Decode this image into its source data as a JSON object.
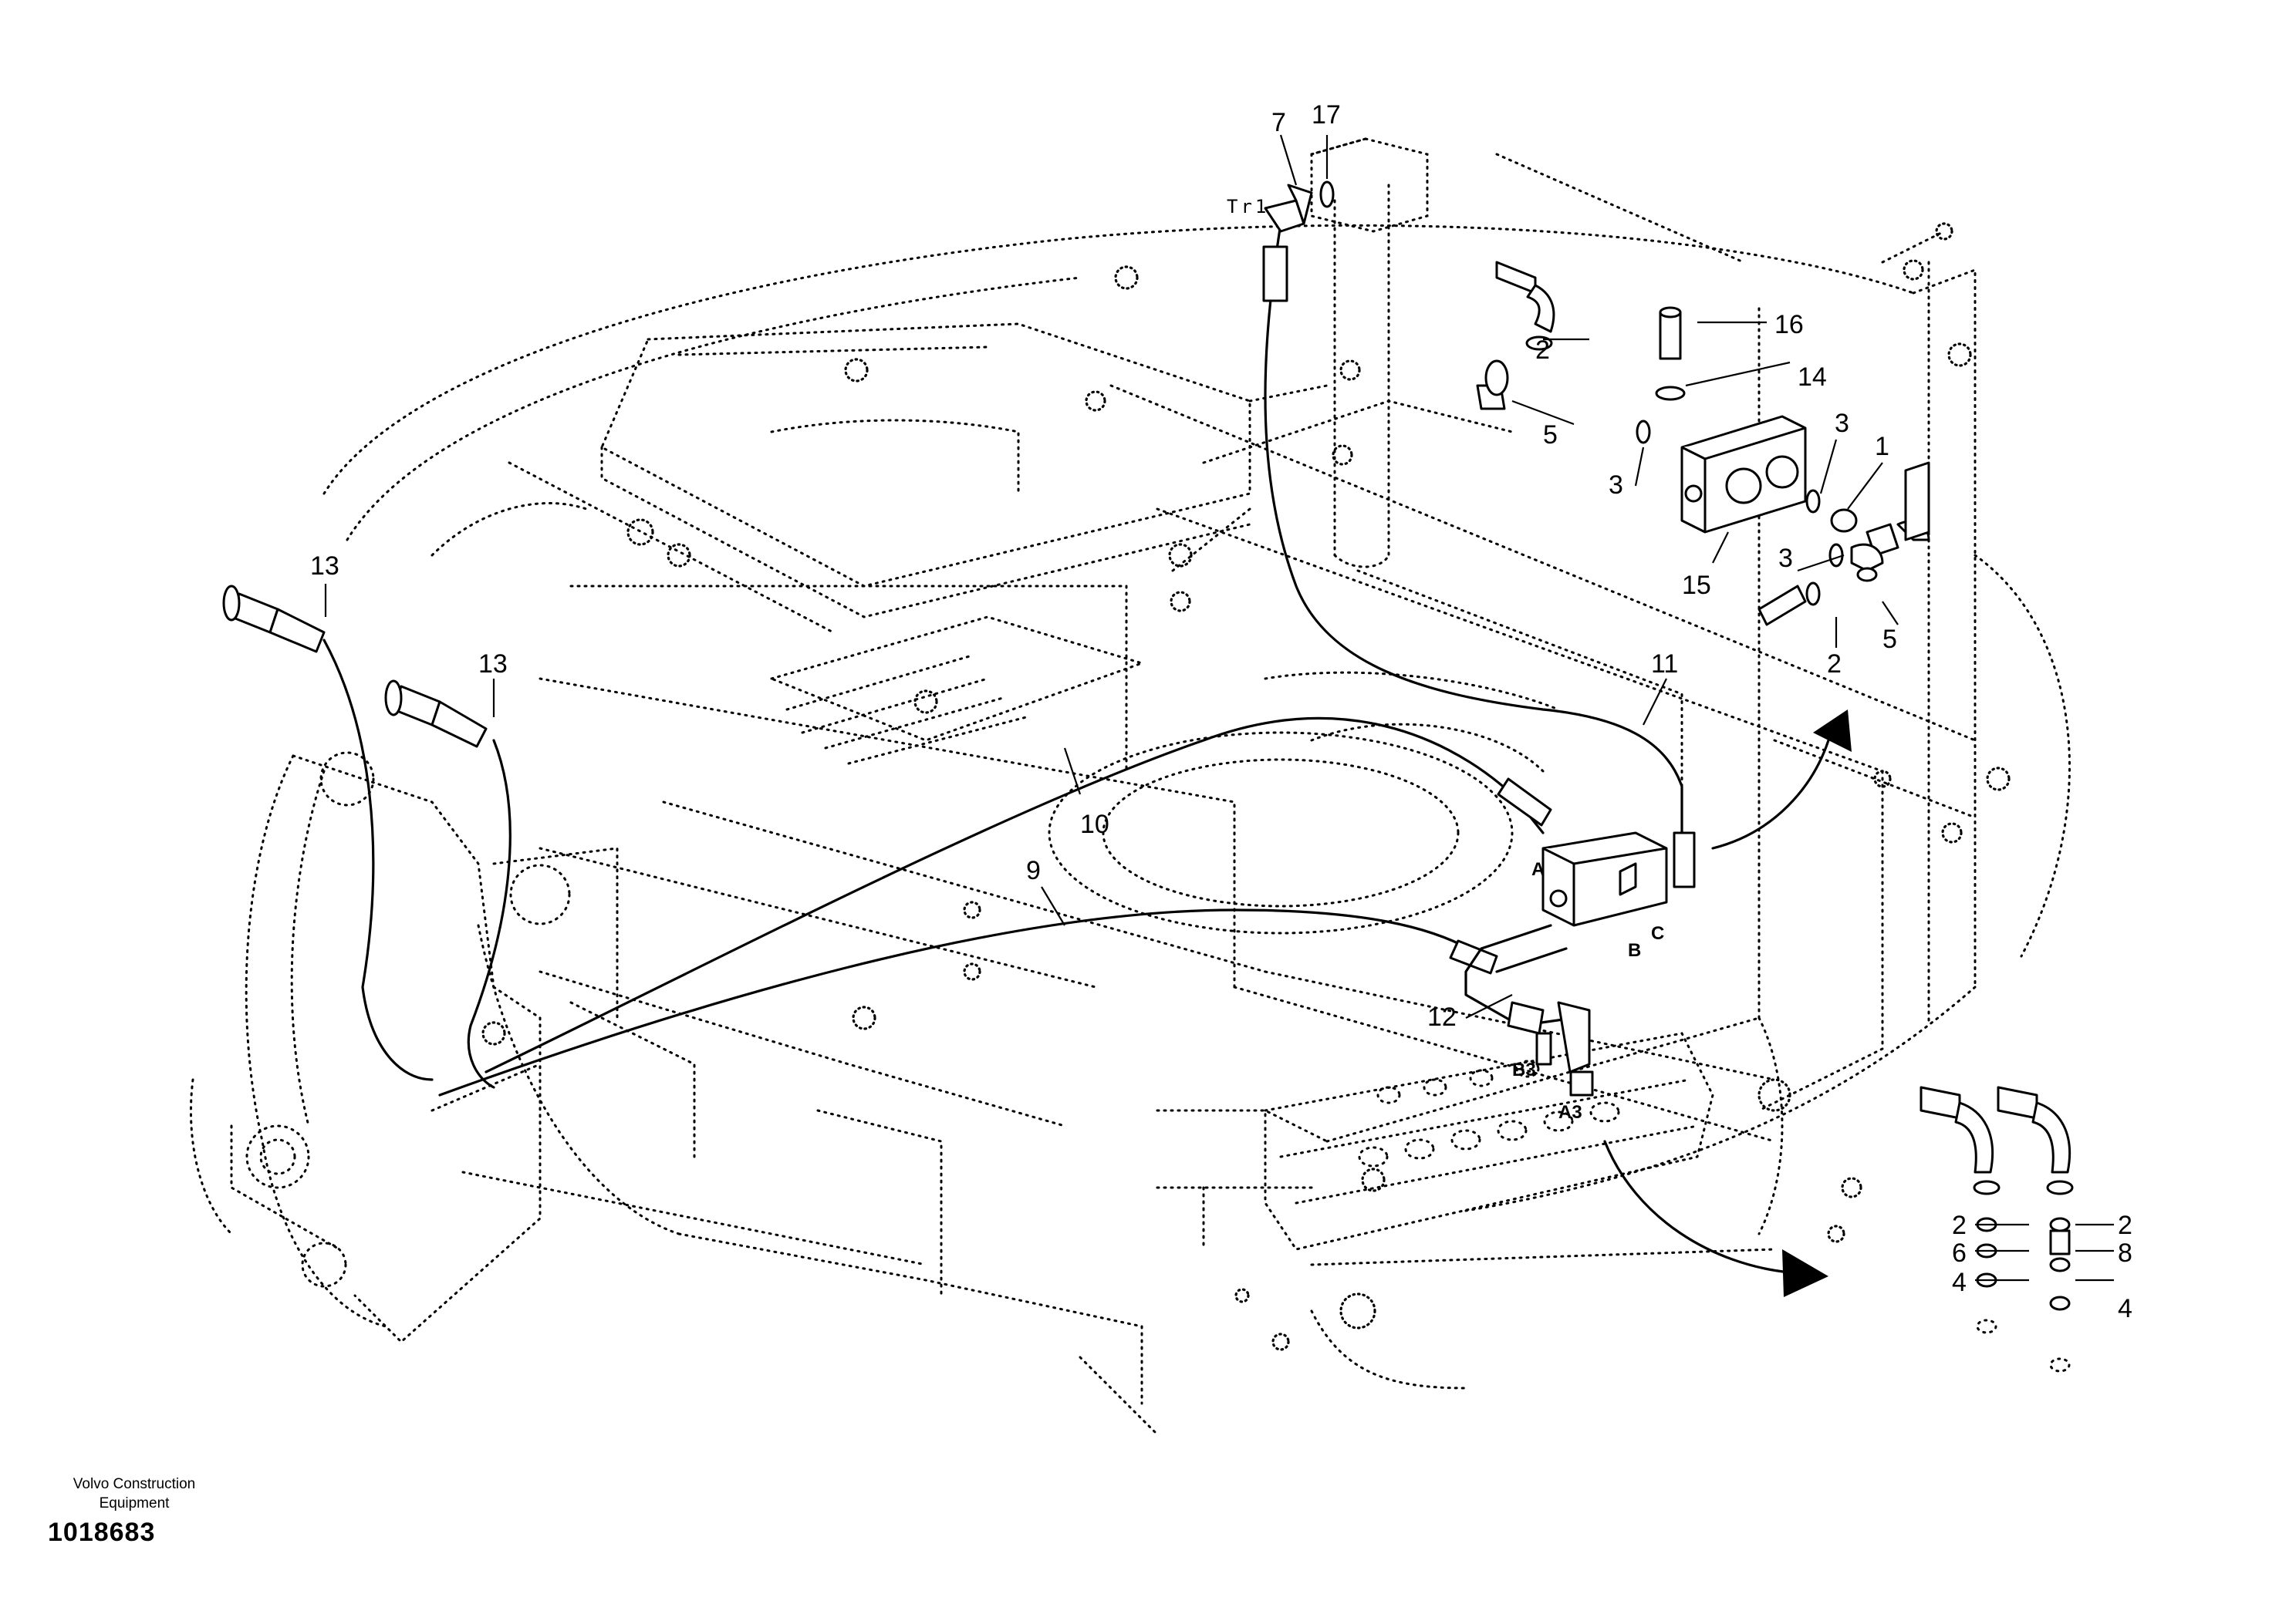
{
  "callouts": {
    "c7": "7",
    "c17": "17",
    "c16": "16",
    "c14": "14",
    "c2a": "2",
    "c5a": "5",
    "c3a": "3",
    "c3b": "3",
    "c1": "1",
    "c3c": "3",
    "c15": "15",
    "c2b": "2",
    "c5b": "5",
    "c13a": "13",
    "c13b": "13",
    "c11": "11",
    "c10": "10",
    "c9": "9",
    "c12": "12",
    "c2c": "2",
    "c6": "6",
    "c4a": "4",
    "c2d": "2",
    "c8": "8",
    "c4b": "4"
  },
  "ports": {
    "a": "A",
    "b": "B",
    "c": "C",
    "b3": "B3",
    "a3": "A3",
    "tr1": "Tr1"
  },
  "brand": {
    "line1": "Volvo Construction",
    "line2": "Equipment"
  },
  "doc_number": "1018683"
}
